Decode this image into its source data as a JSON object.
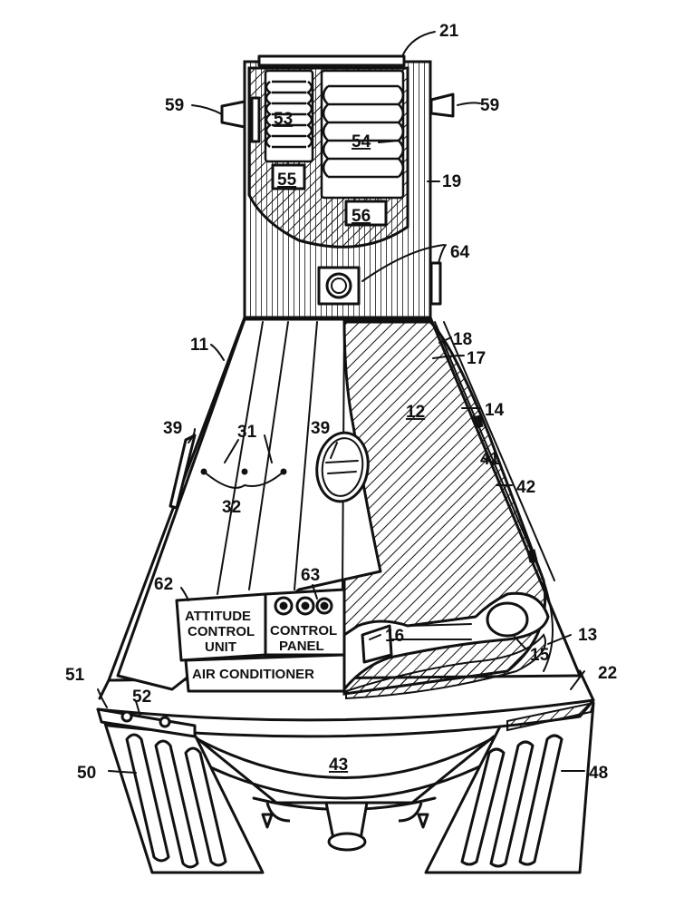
{
  "labels": {
    "r11": "11",
    "r12": "12",
    "r13": "13",
    "r14": "14",
    "r15": "15",
    "r16": "16",
    "r17": "17",
    "r18": "18",
    "r19": "19",
    "r21": "21",
    "r22": "22",
    "r31": "31",
    "r32": "32",
    "r39a": "39",
    "r39b": "39",
    "r41": "41",
    "r42": "42",
    "r43": "43",
    "r48": "48",
    "r50": "50",
    "r51": "51",
    "r52": "52",
    "r53": "53",
    "r54": "54",
    "r55": "55",
    "r56": "56",
    "r59a": "59",
    "r59b": "59",
    "r62": "62",
    "r63": "63",
    "r64": "64"
  },
  "panels": {
    "attitude_line1": "ATTITUDE",
    "attitude_line2": "CONTROL",
    "attitude_line3": "UNIT",
    "control_line1": "CONTROL",
    "control_line2": "PANEL",
    "air_conditioner": "AIR CONDITIONER"
  }
}
